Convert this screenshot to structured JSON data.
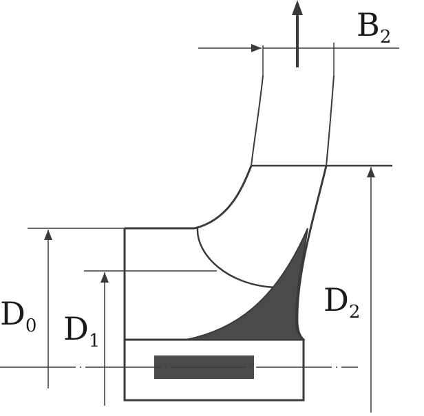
{
  "labels": {
    "b2": {
      "main": "B",
      "sub": "2"
    },
    "d0": {
      "main": "D",
      "sub": "0"
    },
    "d1": {
      "main": "D",
      "sub": "1"
    },
    "d2": {
      "main": "D",
      "sub": "2"
    }
  },
  "colors": {
    "line": "#3a3a3a",
    "fill_dark": "#4a4a4a",
    "background": "#ffffff"
  }
}
